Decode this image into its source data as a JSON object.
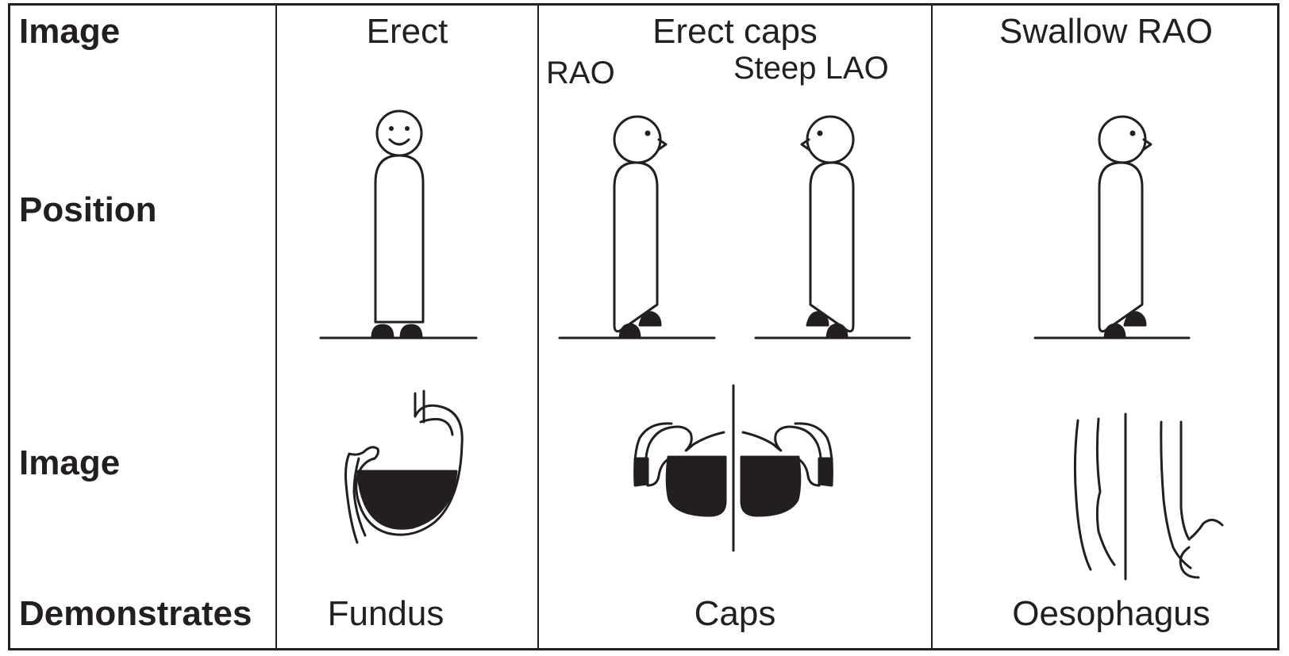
{
  "rows": {
    "image_top": "Image",
    "position": "Position",
    "image": "Image",
    "demonstrates": "Demonstrates"
  },
  "columns": [
    {
      "header": "Erect",
      "demonstrates": "Fundus"
    },
    {
      "header": "Erect caps",
      "views": [
        "RAO",
        "Steep LAO"
      ],
      "demonstrates": "Caps"
    },
    {
      "header": "Swallow RAO",
      "demonstrates": "Oesophagus"
    }
  ],
  "colors": {
    "ink": "#231f20",
    "paper": "#ffffff"
  }
}
